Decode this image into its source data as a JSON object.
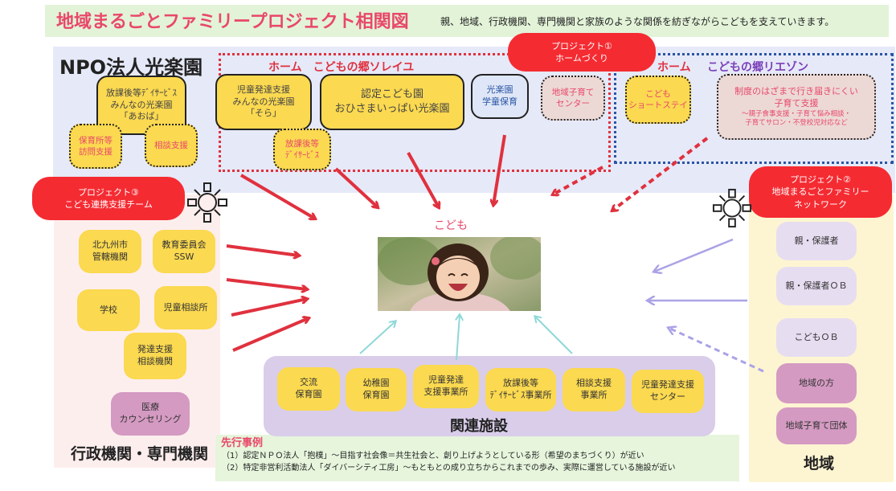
{
  "header": {
    "title": "地域まるごとファミリープロジェクト相関図",
    "subtitle": "親、地域、行政機関、専門機関と家族のような関係を紡ぎながらこどもを支えていきます。"
  },
  "npo": {
    "title": "NPO法人光楽園",
    "home1_label": "ホーム　こどもの郷ソレイユ",
    "home2_label_a": "ホーム",
    "home2_label_b": "こどもの郷リエゾン",
    "boxes": [
      "放課後等ﾃﾞｲｻｰﾋﾞｽ\nみんなの光楽園\n「あおば」",
      "保育所等\n訪問支援",
      "相談支援",
      "児童発達支援\nみんなの光楽園\n「そら」",
      "放課後等\nﾃﾞｲｻｰﾋﾞｽ",
      "認定こども園\nおひさまいっぱい光楽園",
      "光楽園\n学童保育",
      "地域子育て\nセンター",
      "こども\nショートステイ",
      "制度のはざまで行き届きにくい\n子育て支援",
      "～親子食事支援・子育て悩み相談・\n子育てサロン・不登校児対応など"
    ]
  },
  "projects": {
    "p1": "プロジェクト①\nホームづくり",
    "p2": "プロジェクト②\n地域まるごとファミリー\nネットワーク",
    "p3": "プロジェクト③\nこども連携支援チーム"
  },
  "center": {
    "label": "こども"
  },
  "gyosei": {
    "title": "行政機関・専門機関",
    "boxes": [
      "北九州市\n管轄機関",
      "教育委員会\nSSW",
      "学校",
      "児童相談所",
      "発達支援\n相談機関",
      "医療\nカウンセリング"
    ]
  },
  "chiiki": {
    "title": "地域",
    "boxes": [
      "親・保護者",
      "親・保護者ＯＢ",
      "こどもＯＢ",
      "地域の方",
      "地域子育て団体"
    ]
  },
  "kanren": {
    "title": "関連施設",
    "boxes": [
      "交流\n保育園",
      "幼稚園\n保育園",
      "児童発達\n支援事業所",
      "放課後等\nﾃﾞｲｻｰﾋﾞｽ事業所",
      "相談支援\n事業所",
      "児童発達支援\nセンター"
    ]
  },
  "senko": {
    "title": "先行事例",
    "lines": [
      "（1）認定ＮＰＯ法人「抱樸」～目指す社会像＝共生社会と、創り上げようとしている形（希望のまちづくり）が近い",
      "（2）特定非営利活動法人「ダイバーシティ工房」～もともとの成り立ちからこれまでの歩み、実際に運営している施設が近い"
    ]
  },
  "colors": {
    "project_red": "#f52b32",
    "box_yellow": "#fbd950",
    "title_pink": "#e8486a",
    "arrow_red": "#e0313e",
    "arrow_purple": "#aaa3e6",
    "arrow_teal": "#8fd8d8"
  },
  "icons": [
    "handshake-circle-icon",
    "child-photo"
  ]
}
